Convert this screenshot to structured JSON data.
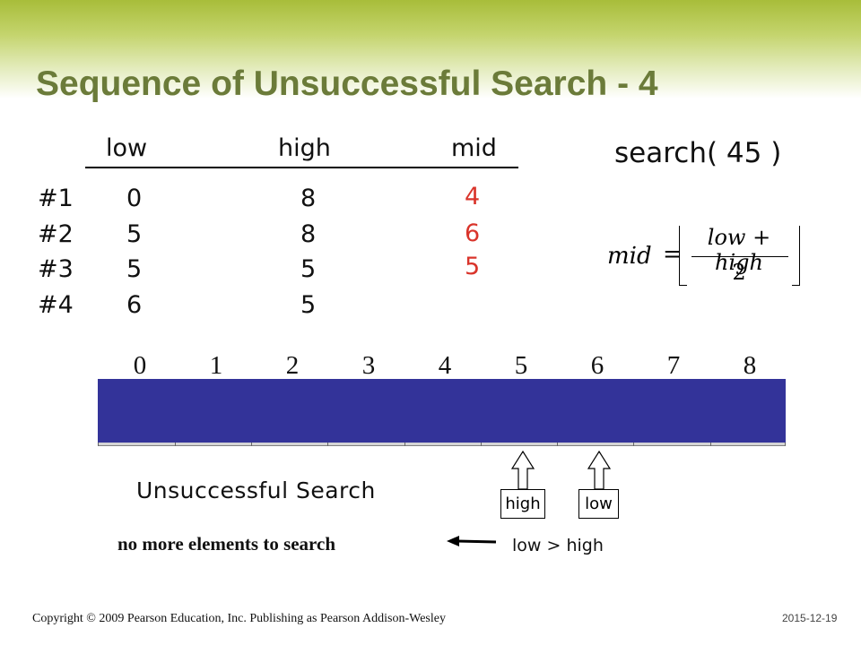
{
  "title": "Sequence of Unsuccessful Search - 4",
  "table": {
    "headers": {
      "low": "low",
      "high": "high",
      "mid": "mid"
    },
    "rows": [
      {
        "step": "#1",
        "low": "0",
        "high": "8",
        "mid": "4"
      },
      {
        "step": "#2",
        "low": "5",
        "high": "8",
        "mid": "6"
      },
      {
        "step": "#3",
        "low": "5",
        "high": "5",
        "mid": "5"
      },
      {
        "step": "#4",
        "low": "6",
        "high": "5",
        "mid": ""
      }
    ]
  },
  "search_call": "search( 45 )",
  "formula": {
    "lhs": "mid",
    "eq": "=",
    "numerator": "low + high",
    "denominator": "2"
  },
  "array": {
    "indices": [
      "0",
      "1",
      "2",
      "3",
      "4",
      "5",
      "6",
      "7",
      "8"
    ],
    "fill_color": "#333399"
  },
  "pointers": {
    "high": "high",
    "low": "low"
  },
  "status": {
    "heading": "Unsuccessful Search",
    "note": "no more elements to search",
    "condition": "low > high"
  },
  "footer": {
    "copyright": "Copyright © 2009 Pearson Education, Inc. Publishing as Pearson Addison-Wesley",
    "date": "2015-12-19"
  },
  "colors": {
    "title": "#6b7b39",
    "mid_values": "#d9342b",
    "band": "#a8bd3a"
  }
}
